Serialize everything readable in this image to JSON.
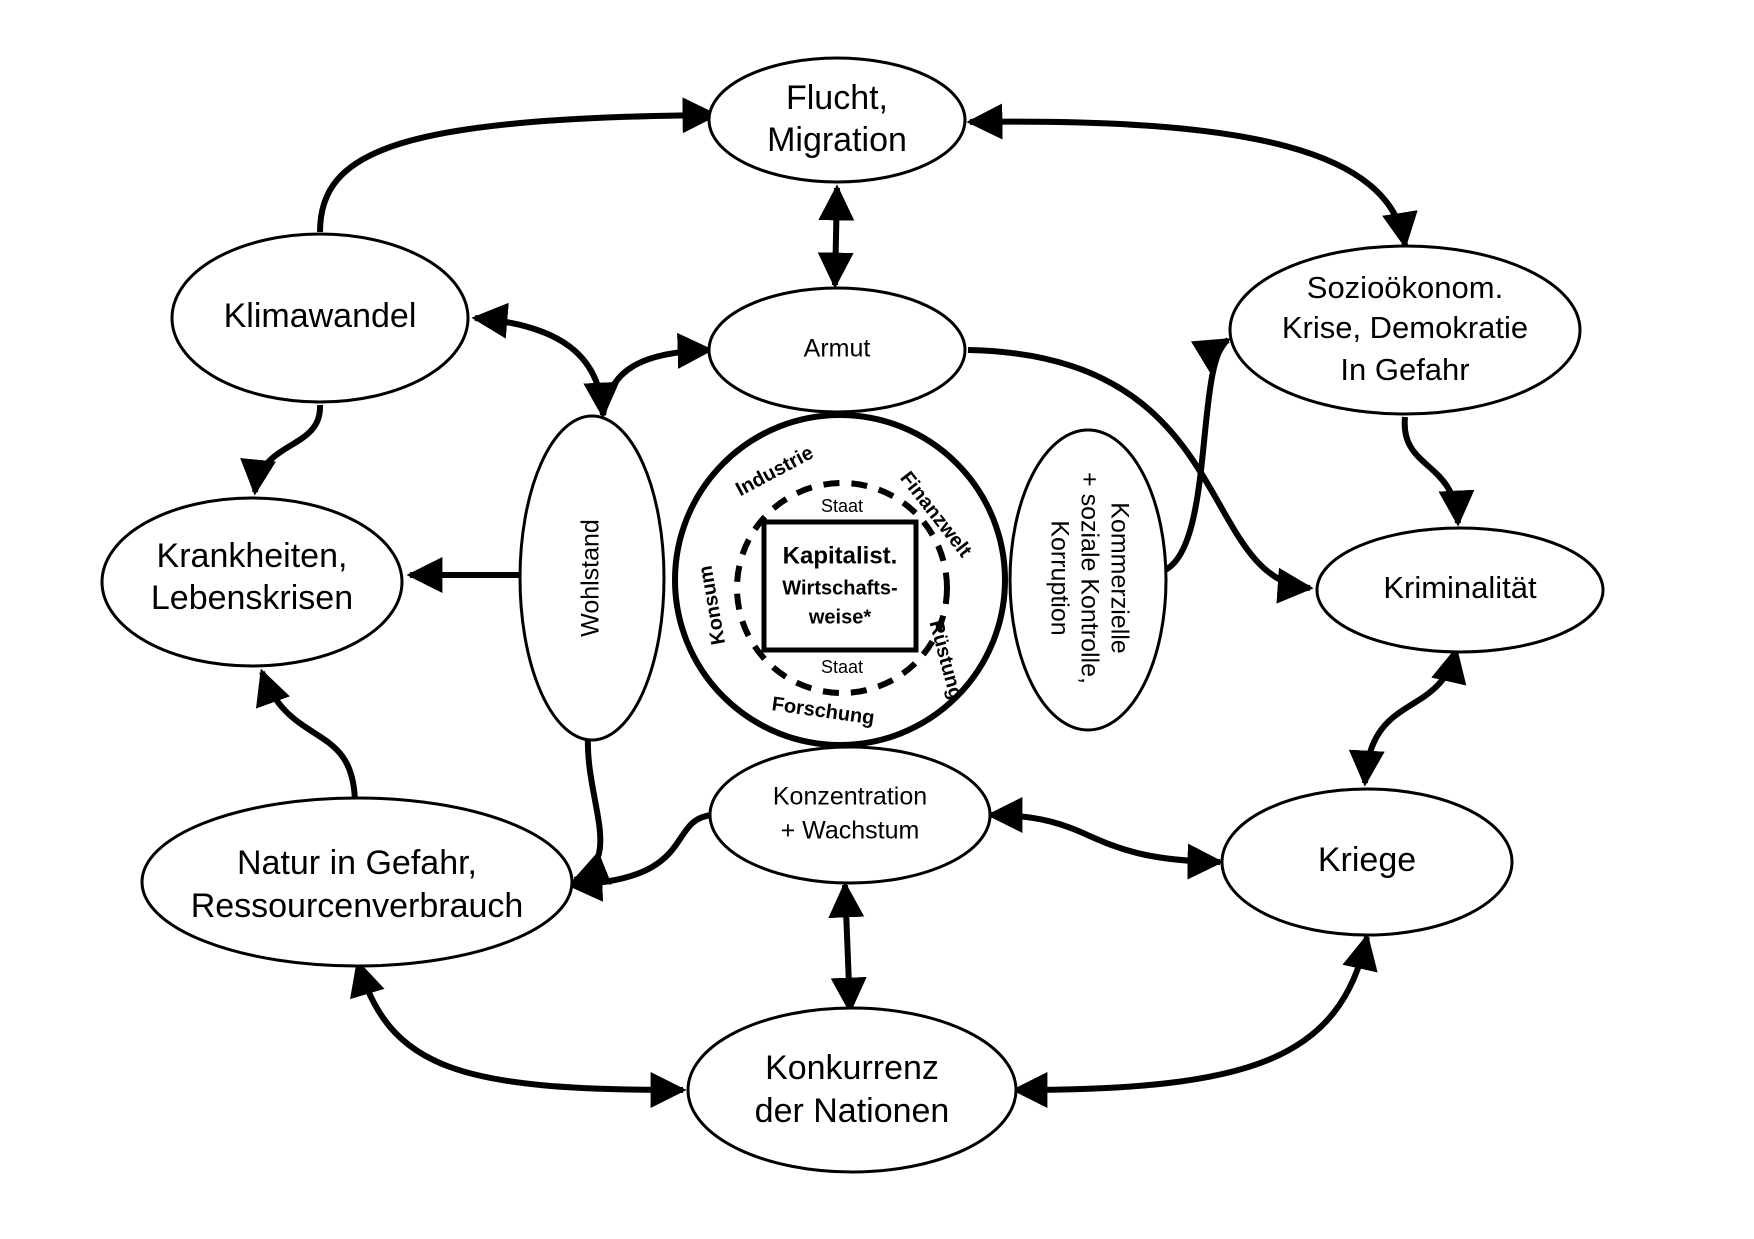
{
  "diagram": {
    "nodes": {
      "flucht": {
        "lines": [
          "Flucht,",
          "Migration"
        ]
      },
      "klimawandel": {
        "lines": [
          "Klimawandel"
        ]
      },
      "armut": {
        "lines": [
          "Armut"
        ]
      },
      "sozio": {
        "lines": [
          "Sozioökonom.",
          "Krise, Demokratie",
          "In Gefahr"
        ]
      },
      "krankheiten": {
        "lines": [
          "Krankheiten,",
          "Lebenskrisen"
        ]
      },
      "wohlstand": {
        "lines": [
          "Wohlstand"
        ]
      },
      "kommerz": {
        "lines": [
          "Kommerzielle",
          "+ soziale Kontrolle,",
          "Korruption"
        ]
      },
      "kriminalitaet": {
        "lines": [
          "Kriminalität"
        ]
      },
      "konzentration": {
        "lines": [
          "Konzentration",
          "+ Wachstum"
        ]
      },
      "natur": {
        "lines": [
          "Natur in Gefahr,",
          "Ressourcenverbrauch"
        ]
      },
      "kriege": {
        "lines": [
          "Kriege"
        ]
      },
      "konkurrenz": {
        "lines": [
          "Konkurrenz",
          "der Nationen"
        ]
      }
    },
    "core": {
      "center_lines": [
        "Kapitalist.",
        "Wirtschafts-",
        "weise*"
      ],
      "state_top": "Staat",
      "state_bottom": "Staat",
      "ring_labels": {
        "industrie": "Industrie",
        "finanzwelt": "Finanzwelt",
        "konsum": "Konsum",
        "ruestung": "Rüstung",
        "forschung": "Forschung"
      }
    },
    "edges": [
      {
        "from": "Klimawandel",
        "to": "Flucht, Migration",
        "direction": "forward"
      },
      {
        "from": "Flucht, Migration",
        "to": "Sozioökonom. Krise",
        "direction": "both"
      },
      {
        "from": "Flucht, Migration",
        "to": "Armut",
        "direction": "both"
      },
      {
        "from": "Klimawandel",
        "to": "Wohlstand",
        "direction": "both"
      },
      {
        "from": "Wohlstand",
        "to": "Armut",
        "direction": "both"
      },
      {
        "from": "Klimawandel",
        "to": "Krankheiten, Lebenskrisen",
        "direction": "forward"
      },
      {
        "from": "Wohlstand",
        "to": "Krankheiten, Lebenskrisen",
        "direction": "forward"
      },
      {
        "from": "Armut",
        "to": "Kriminalität",
        "direction": "forward"
      },
      {
        "from": "Kommerzielle Kontrolle",
        "to": "Sozioökonom. Krise",
        "direction": "forward"
      },
      {
        "from": "Sozioökonom. Krise",
        "to": "Kriminalität",
        "direction": "forward"
      },
      {
        "from": "Kriminalität",
        "to": "Kriege",
        "direction": "both"
      },
      {
        "from": "Natur in Gefahr",
        "to": "Krankheiten, Lebenskrisen",
        "direction": "forward"
      },
      {
        "from": "Wohlstand",
        "to": "Natur in Gefahr",
        "direction": "forward"
      },
      {
        "from": "Konzentration + Wachstum",
        "to": "Natur in Gefahr",
        "direction": "forward"
      },
      {
        "from": "Konzentration + Wachstum",
        "to": "Kriege",
        "direction": "both"
      },
      {
        "from": "Konzentration + Wachstum",
        "to": "Konkurrenz der Nationen",
        "direction": "both"
      },
      {
        "from": "Natur in Gefahr",
        "to": "Konkurrenz der Nationen",
        "direction": "both"
      },
      {
        "from": "Kriege",
        "to": "Konkurrenz der Nationen",
        "direction": "both"
      }
    ]
  }
}
